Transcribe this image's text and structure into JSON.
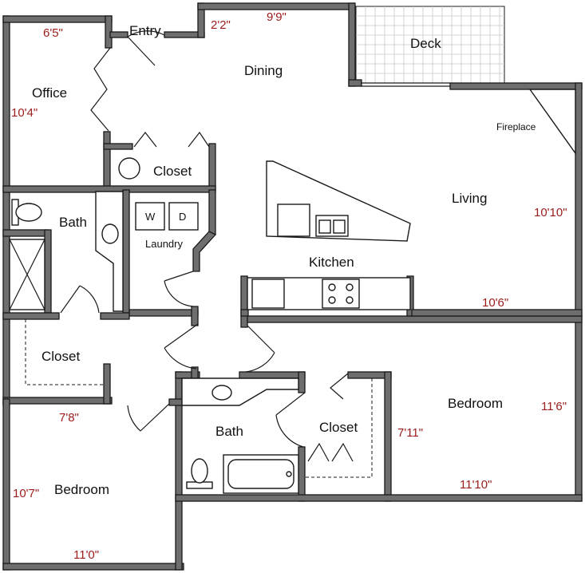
{
  "rooms": {
    "entry": "Entry",
    "dining": "Dining",
    "deck": "Deck",
    "office": "Office",
    "closet_office": "Closet",
    "fireplace": "Fireplace",
    "living": "Living",
    "bath_top": "Bath",
    "laundry": "Laundry",
    "kitchen": "Kitchen",
    "closet_left": "Closet",
    "bedroom_right": "Bedroom",
    "bath_bottom": "Bath",
    "closet_center": "Closet",
    "bedroom_left": "Bedroom"
  },
  "appliances": {
    "washer": "W",
    "dryer": "D"
  },
  "dimensions": {
    "office_width": "6'5\"",
    "office_depth": "10'4\"",
    "entry_width": "2'2\"",
    "dining_width": "9'9\"",
    "living_depth": "10'10\"",
    "living_width": "10'6\"",
    "closet_left_width": "7'8\"",
    "bedroom_right_depth": "11'6\"",
    "closet_center_depth": "7'11\"",
    "bedroom_right_width": "11'10\"",
    "bedroom_left_depth": "10'7\"",
    "bedroom_left_width": "11'0\""
  },
  "colors": {
    "wall": "#6e6e6e",
    "dimension_text": "#9b1b1b"
  }
}
